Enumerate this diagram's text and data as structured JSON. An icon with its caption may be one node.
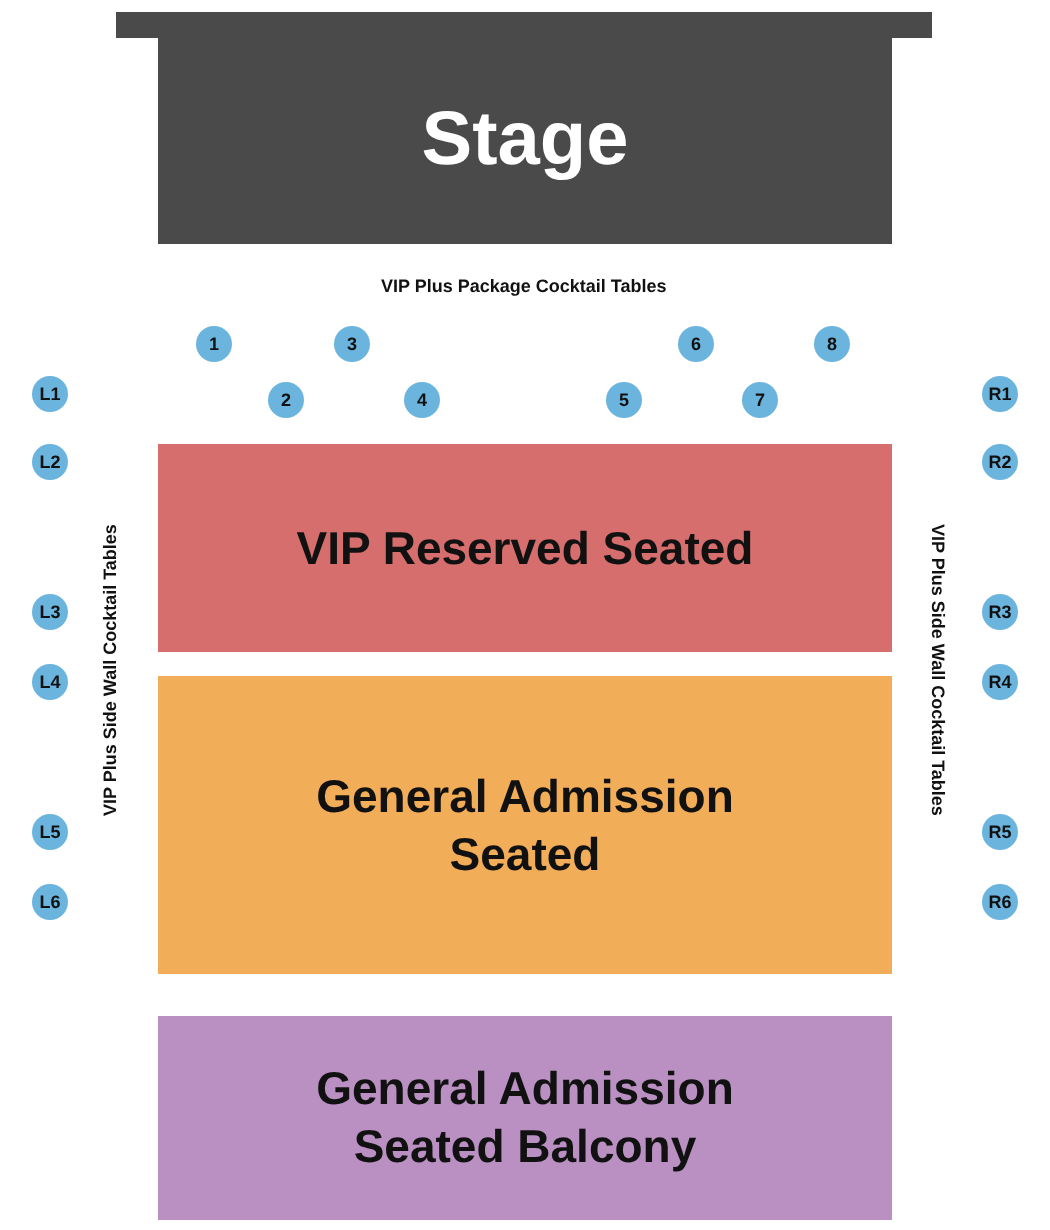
{
  "diagram": {
    "nodes": [
      {
        "text": [
          "Stage"
        ]
      },
      {
        "text": [
          "1"
        ]
      },
      {
        "text": [
          "2"
        ]
      },
      {
        "text": [
          "3"
        ]
      },
      {
        "text": [
          "4"
        ]
      },
      {
        "text": [
          "5"
        ]
      },
      {
        "text": [
          "6"
        ]
      },
      {
        "text": [
          "7"
        ]
      },
      {
        "text": [
          "8"
        ]
      },
      {
        "text": [
          "L1"
        ]
      },
      {
        "text": [
          "L2"
        ]
      },
      {
        "text": [
          "L3"
        ]
      },
      {
        "text": [
          "L4"
        ]
      },
      {
        "text": [
          "L5"
        ]
      },
      {
        "text": [
          "L6"
        ]
      },
      {
        "text": [
          "R1"
        ]
      },
      {
        "text": [
          "R2"
        ]
      },
      {
        "text": [
          "R3"
        ]
      },
      {
        "text": [
          "R4"
        ]
      },
      {
        "text": [
          "R5"
        ]
      },
      {
        "text": [
          "R6"
        ]
      },
      {
        "text": [
          "VIP Reserved Seated"
        ]
      },
      {
        "text": [
          "General Admission Seated"
        ]
      },
      {
        "text": [
          "General Admission Seated Balcony"
        ]
      }
    ],
    "labels": [
      "VIP Plus Package Cocktail Tables",
      "VIP Plus Side Wall Cocktail Tables",
      "VIP Plus Side Wall Cocktail Tables"
    ]
  }
}
